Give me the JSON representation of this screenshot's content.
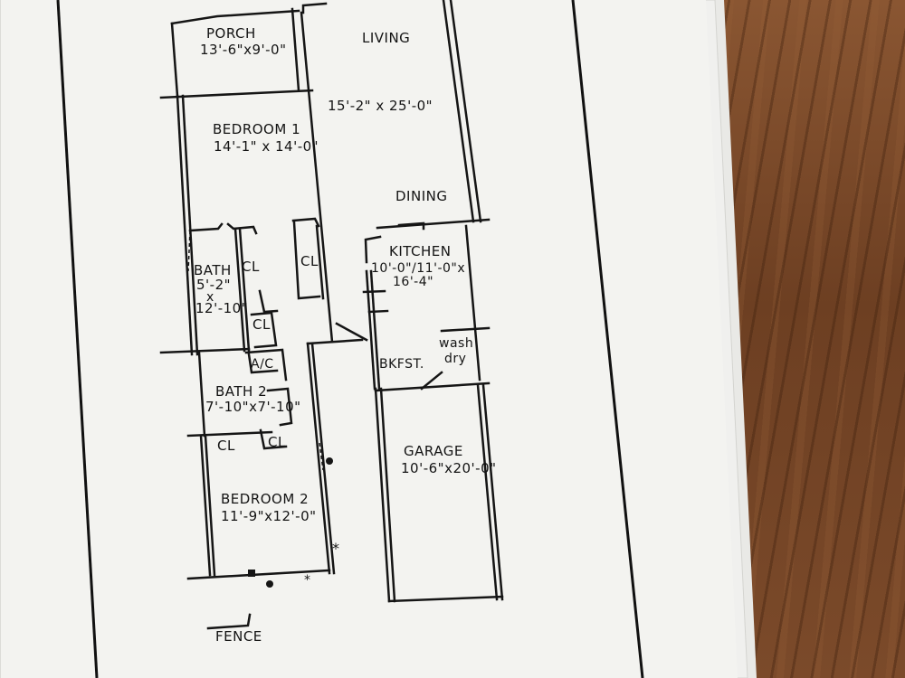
{
  "rooms": {
    "porch": {
      "name": "PORCH",
      "dims": "13'-6\"x9'-0\""
    },
    "living": {
      "name": "LIVING",
      "dims": "15'-2\" x 25'-0\""
    },
    "dining": {
      "name": "DINING"
    },
    "bedroom1": {
      "name": "BEDROOM 1",
      "dims": "14'-1\" x 14'-0\""
    },
    "bath1": {
      "name": "BATH",
      "dim1": "5'-2\"",
      "x": "x",
      "dim2": "12'-10\""
    },
    "closets": [
      "CL",
      "CL",
      "CL",
      "CL",
      "CL"
    ],
    "ac": "A/C",
    "kitchen": {
      "name": "KITCHEN",
      "dims1": "10'-0\"/11'-0\"x",
      "dims2": "16'-4\""
    },
    "bkfst": "BKFST.",
    "washdry": {
      "line1": "wash",
      "line2": "dry"
    },
    "bath2": {
      "name": "BATH 2",
      "dims": "7'-10\"x7'-10\""
    },
    "bedroom2": {
      "name": "BEDROOM 2",
      "dims": "11'-9\"x12'-0\""
    },
    "garage": {
      "name": "GARAGE",
      "dims": "10'-6\"x20'-0\""
    },
    "fence": "FENCE"
  },
  "colors": {
    "paper": "#f2f2ee",
    "ink": "#141414",
    "wood": "#7a4a2b"
  }
}
